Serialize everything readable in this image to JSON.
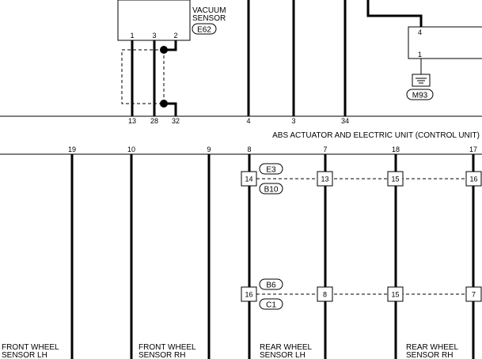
{
  "components": {
    "vacuum_sensor": {
      "name_line1": "VACUUM",
      "name_line2": "SENSOR",
      "connector": "E62",
      "pins": [
        "1",
        "3",
        "2"
      ]
    },
    "right_unit": {
      "pin_top": "4",
      "pin_bottom": "1"
    },
    "ground": {
      "connector": "M93"
    }
  },
  "abs_unit": {
    "label": "ABS ACTUATOR AND ELECTRIC UNIT (CONTROL UNIT)",
    "top_terminals": [
      "13",
      "28",
      "32",
      "4",
      "3",
      "34"
    ],
    "bottom_terminals": [
      "19",
      "10",
      "9",
      "8",
      "7",
      "18",
      "17"
    ]
  },
  "connectors": {
    "upper_row": {
      "top_label": "E3",
      "bottom_label": "B10",
      "pins": [
        "14",
        "13",
        "15",
        "16"
      ]
    },
    "lower_row": {
      "top_label": "B6",
      "bottom_label": "C1",
      "pins": [
        "16",
        "8",
        "15",
        "7"
      ]
    }
  },
  "sensors": [
    {
      "line1": "FRONT WHEEL",
      "line2": "SENSOR LH"
    },
    {
      "line1": "FRONT WHEEL",
      "line2": "SENSOR RH"
    },
    {
      "line1": "REAR WHEEL",
      "line2": "SENSOR LH"
    },
    {
      "line1": "REAR WHEEL",
      "line2": "SENSOR RH"
    }
  ]
}
